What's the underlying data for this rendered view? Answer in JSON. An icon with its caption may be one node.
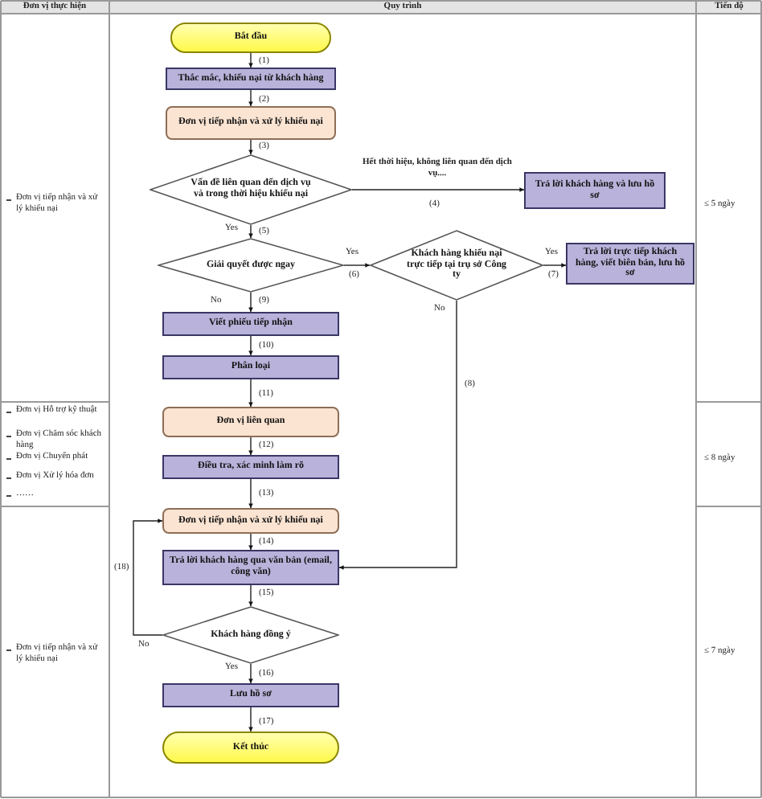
{
  "diagram": {
    "nodes": [
      {
        "text": [
          "Bắt đầu"
        ]
      },
      {
        "text": [
          "Thắc mắc, khiếu nại từ khách hàng"
        ]
      },
      {
        "text": [
          "Đơn vị tiếp nhận và xử lý khiếu nại"
        ]
      },
      {
        "text": [
          "Vấn đề liên quan đến dịch vụ và trong thời hiệu khiếu nại"
        ]
      },
      {
        "text": [
          "Trả lời khách hàng và lưu hồ sơ"
        ]
      },
      {
        "text": [
          "Giải quyết được ngay"
        ]
      },
      {
        "text": [
          "Khách hàng khiếu nại trực tiếp tại trụ sở Công ty"
        ]
      },
      {
        "text": [
          "Trả lời trực tiếp khách hàng, viết biên bản, lưu hồ sơ"
        ]
      },
      {
        "text": [
          "Viết phiếu tiếp nhận"
        ]
      },
      {
        "text": [
          "Phân loại"
        ]
      },
      {
        "text": [
          "Đơn vị liên quan"
        ]
      },
      {
        "text": [
          "Điều tra, xác minh làm rõ"
        ]
      },
      {
        "text": [
          "Đơn vị tiếp nhận và xử lý khiếu nại"
        ]
      },
      {
        "text": [
          "Trả lời khách hàng qua văn bản (email, công văn)"
        ]
      },
      {
        "text": [
          "Khách hàng đồng ý"
        ]
      },
      {
        "text": [
          "Lưu hồ sơ"
        ]
      },
      {
        "text": [
          "Kết thúc"
        ]
      }
    ],
    "edges": [
      {
        "from": 0,
        "to": 1,
        "arrow": "to",
        "label": "(1)"
      },
      {
        "from": 1,
        "to": 2,
        "arrow": "to",
        "label": "(2)"
      },
      {
        "from": 2,
        "to": 3,
        "arrow": "to",
        "label": "(3)"
      },
      {
        "from": 3,
        "to": 4,
        "arrow": "to",
        "label": "(4)"
      },
      {
        "from": 3,
        "to": 5,
        "arrow": "to",
        "label": "(5)"
      },
      {
        "from": 5,
        "to": 6,
        "arrow": "to",
        "label": "(6)"
      },
      {
        "from": 6,
        "to": 7,
        "arrow": "to",
        "label": "(7)"
      },
      {
        "from": 6,
        "to": 13,
        "arrow": "to",
        "label": "(8)"
      },
      {
        "from": 5,
        "to": 8,
        "arrow": "to",
        "label": "(9)"
      },
      {
        "from": 8,
        "to": 9,
        "arrow": "to",
        "label": "(10)"
      },
      {
        "from": 9,
        "to": 10,
        "arrow": "to",
        "label": "(11)"
      },
      {
        "from": 10,
        "to": 11,
        "arrow": "to",
        "label": "(12)"
      },
      {
        "from": 11,
        "to": 12,
        "arrow": "to",
        "label": "(13)"
      },
      {
        "from": 12,
        "to": 13,
        "arrow": "to",
        "label": "(14)"
      },
      {
        "from": 13,
        "to": 14,
        "arrow": "to",
        "label": "(15)"
      },
      {
        "from": 14,
        "to": 12,
        "arrow": "to",
        "label": "(18)"
      },
      {
        "from": 14,
        "to": 15,
        "arrow": "to",
        "label": "(16)"
      },
      {
        "from": 15,
        "to": 16,
        "arrow": "to",
        "label": "(17)"
      }
    ],
    "labels": [
      "Đơn vị thực hiện",
      "Quy trình",
      "Tiến độ",
      "Đơn vị tiếp nhận và xử lý khiếu nại",
      "≤ 5 ngày",
      "Đơn vị Hỗ trợ kỹ thuật",
      "Đơn vị Chăm sóc khách hàng",
      "Đơn vị Chuyển phát",
      "Đơn vị Xử lý hóa đơn",
      "……",
      "≤ 8 ngày",
      "Đơn vị tiếp nhận và xử lý khiếu nại",
      "≤ 7 ngày",
      "Hết thời hiệu, không liên quan đến dịch vụ....",
      "Yes",
      "Yes",
      "Yes",
      "No",
      "No",
      "No",
      "Yes"
    ]
  }
}
